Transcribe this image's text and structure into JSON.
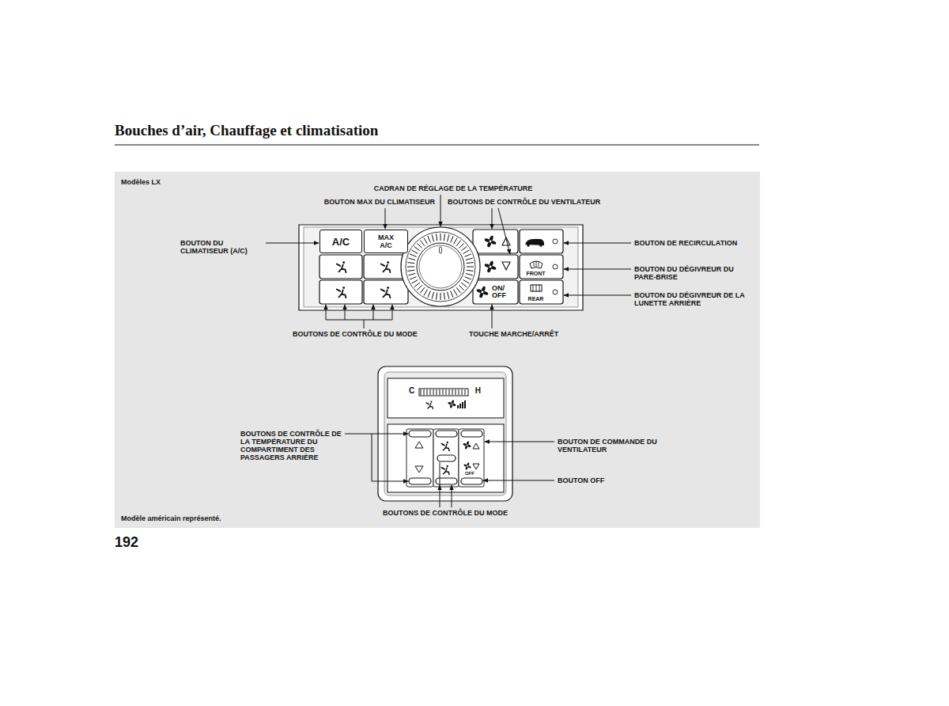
{
  "diagram": {
    "title": "Bouches d’air, Chauffage et climatisation",
    "nodes": [
      {
        "text": [
          "A/C"
        ]
      },
      {
        "text": [
          "MAX A/C"
        ]
      },
      {
        "text": [
          "ON/ OFF"
        ]
      },
      {
        "text": [
          "FRONT"
        ]
      },
      {
        "text": [
          "REAR"
        ]
      },
      {
        "text": [
          "C",
          "H"
        ]
      },
      {
        "text": [
          "OFF"
        ]
      }
    ],
    "labels": [
      "Modèles LX",
      "CADRAN DE RÉGLAGE DE LA TEMPÉRATURE",
      "BOUTON MAX DU CLIMATISEUR",
      "BOUTONS DE CONTRÔLE DU VENTILATEUR",
      "BOUTON DU CLIMATISEUR (A/C)",
      "BOUTON DE RECIRCULATION",
      "BOUTON DU DÉGIVREUR DU PARE-BRISE",
      "BOUTON DU DÉGIVREUR DE LA LUNETTE ARRIÈRE",
      "BOUTONS DE CONTRÔLE DU MODE",
      "TOUCHE MARCHE/ARRÊT",
      "BOUTONS DE CONTRÔLE DE LA TEMPÉRATURE DU COMPARTIMENT DES PASSAGERS ARRIÈRE",
      "BOUTON DE COMMANDE DU VENTILATEUR",
      "BOUTON OFF",
      "BOUTONS DE CONTRÔLE DU MODE",
      "Modèle américain représenté.",
      "192"
    ]
  }
}
